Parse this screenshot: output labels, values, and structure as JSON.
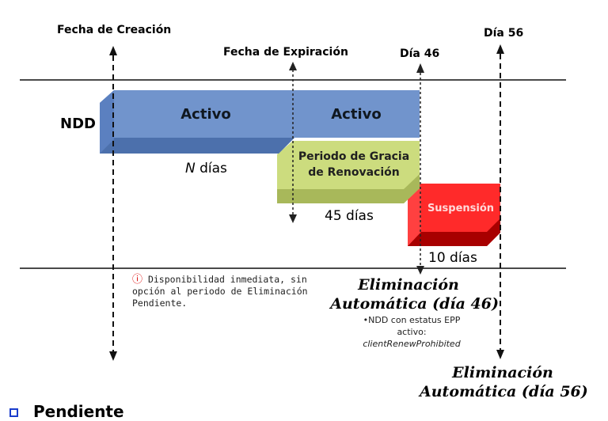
{
  "markers": {
    "fecha_creacion": "Fecha de Creación",
    "fecha_expiracion": "Fecha de Expiración",
    "dia46": "Día 46",
    "dia56": "Día 56"
  },
  "ndd_label": "NDD",
  "boxes": {
    "activo1": "Activo",
    "activo2": "Activo",
    "gracia_line1": "Periodo de Gracia",
    "gracia_line2": "de Renovación",
    "suspension": "Suspensión"
  },
  "durations": {
    "n_var": "N",
    "n_dias": " días",
    "dias45": "45 días",
    "dias10": "10 días"
  },
  "note_left": {
    "icon": "ⓘ",
    "line1": "Disponibilidad inmediata, sin",
    "line2": "opción al periodo de Eliminación",
    "line3": "Pendiente."
  },
  "elim46": {
    "line1": "Eliminación",
    "line2": "Automática (día 46)",
    "note1": "•NDD con estatus EPP",
    "note2": "activo:",
    "note3": "clientRenewProhibited"
  },
  "elim56": {
    "line1": "Eliminación",
    "line2": "Automática (día 56)"
  },
  "footer": {
    "text": "Pendiente"
  },
  "colors": {
    "activo": "#7194cc",
    "gracia": "#ccdc7e",
    "suspension": "#e80a0a",
    "info_icon": "#dd0000",
    "bullet": "#1a3ccc"
  }
}
